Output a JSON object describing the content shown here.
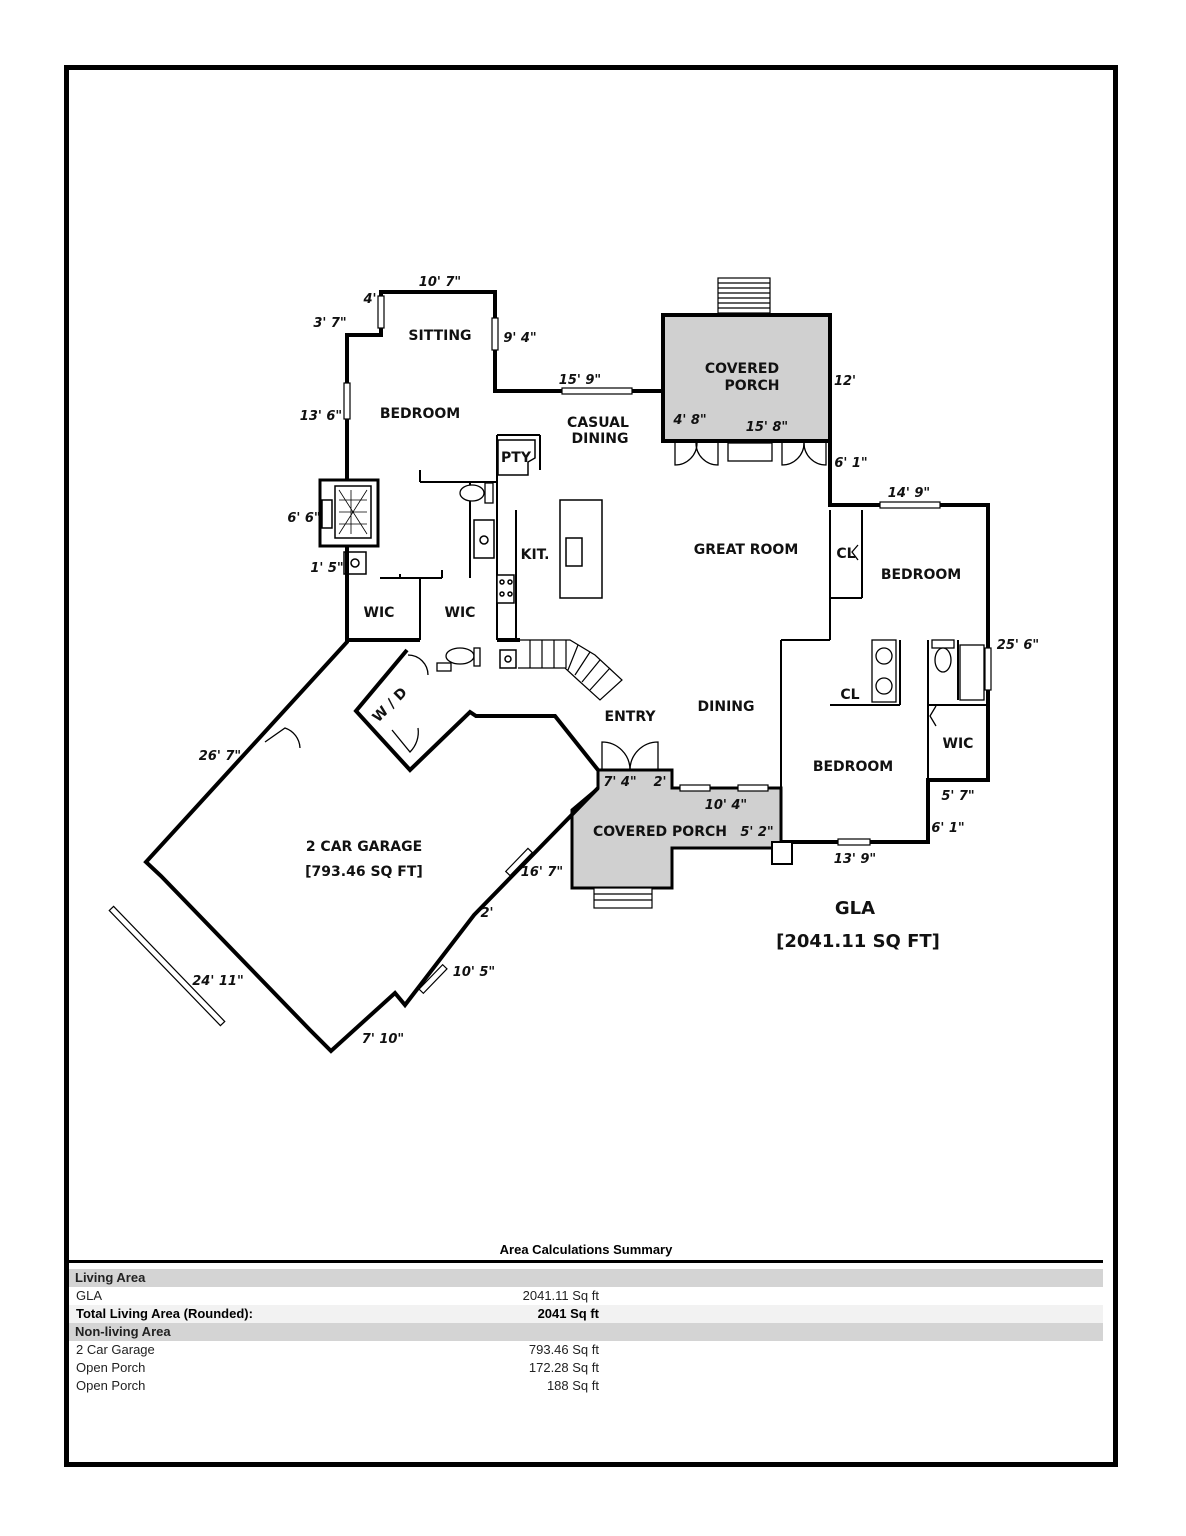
{
  "plan": {
    "rooms": {
      "sitting": "SITTING",
      "bedroom_nw": "BEDROOM",
      "casual_dining_1": "CASUAL",
      "casual_dining_2": "DINING",
      "covered_porch_top_1": "COVERED",
      "covered_porch_top_2": "PORCH",
      "pty": "PTY",
      "kit": "KIT.",
      "great_room": "GREAT ROOM",
      "cl_1": "CL",
      "cl_2": "CL",
      "bedroom_e": "BEDROOM",
      "wic_1": "WIC",
      "wic_2": "WIC",
      "wic_3": "WIC",
      "wd": "W / D",
      "entry": "ENTRY",
      "dining": "DINING",
      "bedroom_se": "BEDROOM",
      "covered_porch_bottom": "COVERED PORCH",
      "garage_1": "2 CAR GARAGE",
      "garage_2": "[793.46 SQ FT]"
    },
    "dimensions": {
      "d_10_7": "10' 7\"",
      "d_4": "4'",
      "d_3_7": "3' 7\"",
      "d_9_4": "9' 4\"",
      "d_15_9": "15' 9\"",
      "d_13_6": "13' 6\"",
      "d_6_6": "6' 6\"",
      "d_1_5": "1' 5\"",
      "d_12": "12'",
      "d_4_8": "4' 8\"",
      "d_15_8": "15' 8\"",
      "d_6_1a": "6' 1\"",
      "d_14_9": "14' 9\"",
      "d_25_6": "25' 6\"",
      "d_5_7": "5' 7\"",
      "d_6_1b": "6' 1\"",
      "d_13_9": "13' 9\"",
      "d_26_7": "26' 7\"",
      "d_7_4": "7' 4\"",
      "d_2a": "2'",
      "d_10_4": "10' 4\"",
      "d_5_2": "5' 2\"",
      "d_16_7": "16' 7\"",
      "d_2b": "2'",
      "d_10_5": "10' 5\"",
      "d_24_11": "24' 11\"",
      "d_7_10": "7' 10\""
    },
    "gla_label": "GLA",
    "gla_value": "[2041.11 SQ FT]"
  },
  "summary": {
    "title": "Area Calculations Summary",
    "living_header": "Living Area",
    "gla_name": "GLA",
    "gla_value": "2041.11 Sq ft",
    "total_name": "Total Living Area (Rounded):",
    "total_value": "2041 Sq ft",
    "nonliving_header": "Non-living Area",
    "garage_name": "2 Car Garage",
    "garage_value": "793.46 Sq ft",
    "porch1_name": "Open Porch",
    "porch1_value": "172.28 Sq ft",
    "porch2_name": "Open Porch",
    "porch2_value": "188 Sq ft"
  }
}
